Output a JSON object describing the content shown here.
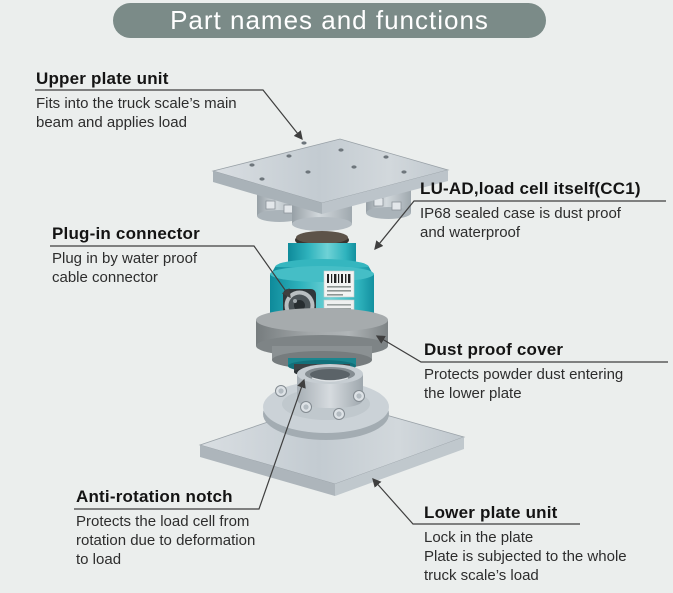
{
  "title": "Part names and functions",
  "colors": {
    "background": "#ebeeed",
    "title_pill": "#7b8b88",
    "title_text": "#ffffff",
    "heading_text": "#141414",
    "body_text": "#2d2d2d",
    "leader_line": "#3f3f3f",
    "load_cell_teal": "#2fb3bd",
    "dust_cover_gray": "#8d9395",
    "plate_metal": "#cbd2d7"
  },
  "labels": [
    {
      "id": "upper-plate",
      "heading": "Upper plate unit",
      "body": [
        "Fits into the truck scale’s main",
        "beam and applies load"
      ]
    },
    {
      "id": "load-cell",
      "heading": "LU-AD,load cell itself(CC1)",
      "body": [
        "IP68 sealed case is dust proof",
        "and waterproof"
      ]
    },
    {
      "id": "plug-in-connector",
      "heading": "Plug-in connector",
      "body": [
        "Plug in by water proof",
        "cable connector"
      ]
    },
    {
      "id": "dust-proof-cover",
      "heading": "Dust proof cover",
      "body": [
        "Protects powder dust entering",
        "the lower plate"
      ]
    },
    {
      "id": "anti-rotation-notch",
      "heading": "Anti-rotation notch",
      "body": [
        "Protects the load cell from",
        "rotation due to deformation",
        "to load"
      ]
    },
    {
      "id": "lower-plate",
      "heading": "Lower plate unit",
      "body": [
        "Lock in the plate",
        "Plate is subjected to the whole",
        "truck scale’s load"
      ]
    }
  ],
  "diagram": {
    "type": "exploded-view",
    "subject": "truck scale load cell assembly",
    "parts": [
      "upper plate unit",
      "load cell LU-AD",
      "plug-in connector",
      "dust proof cover",
      "anti-rotation notch",
      "lower plate unit"
    ]
  }
}
